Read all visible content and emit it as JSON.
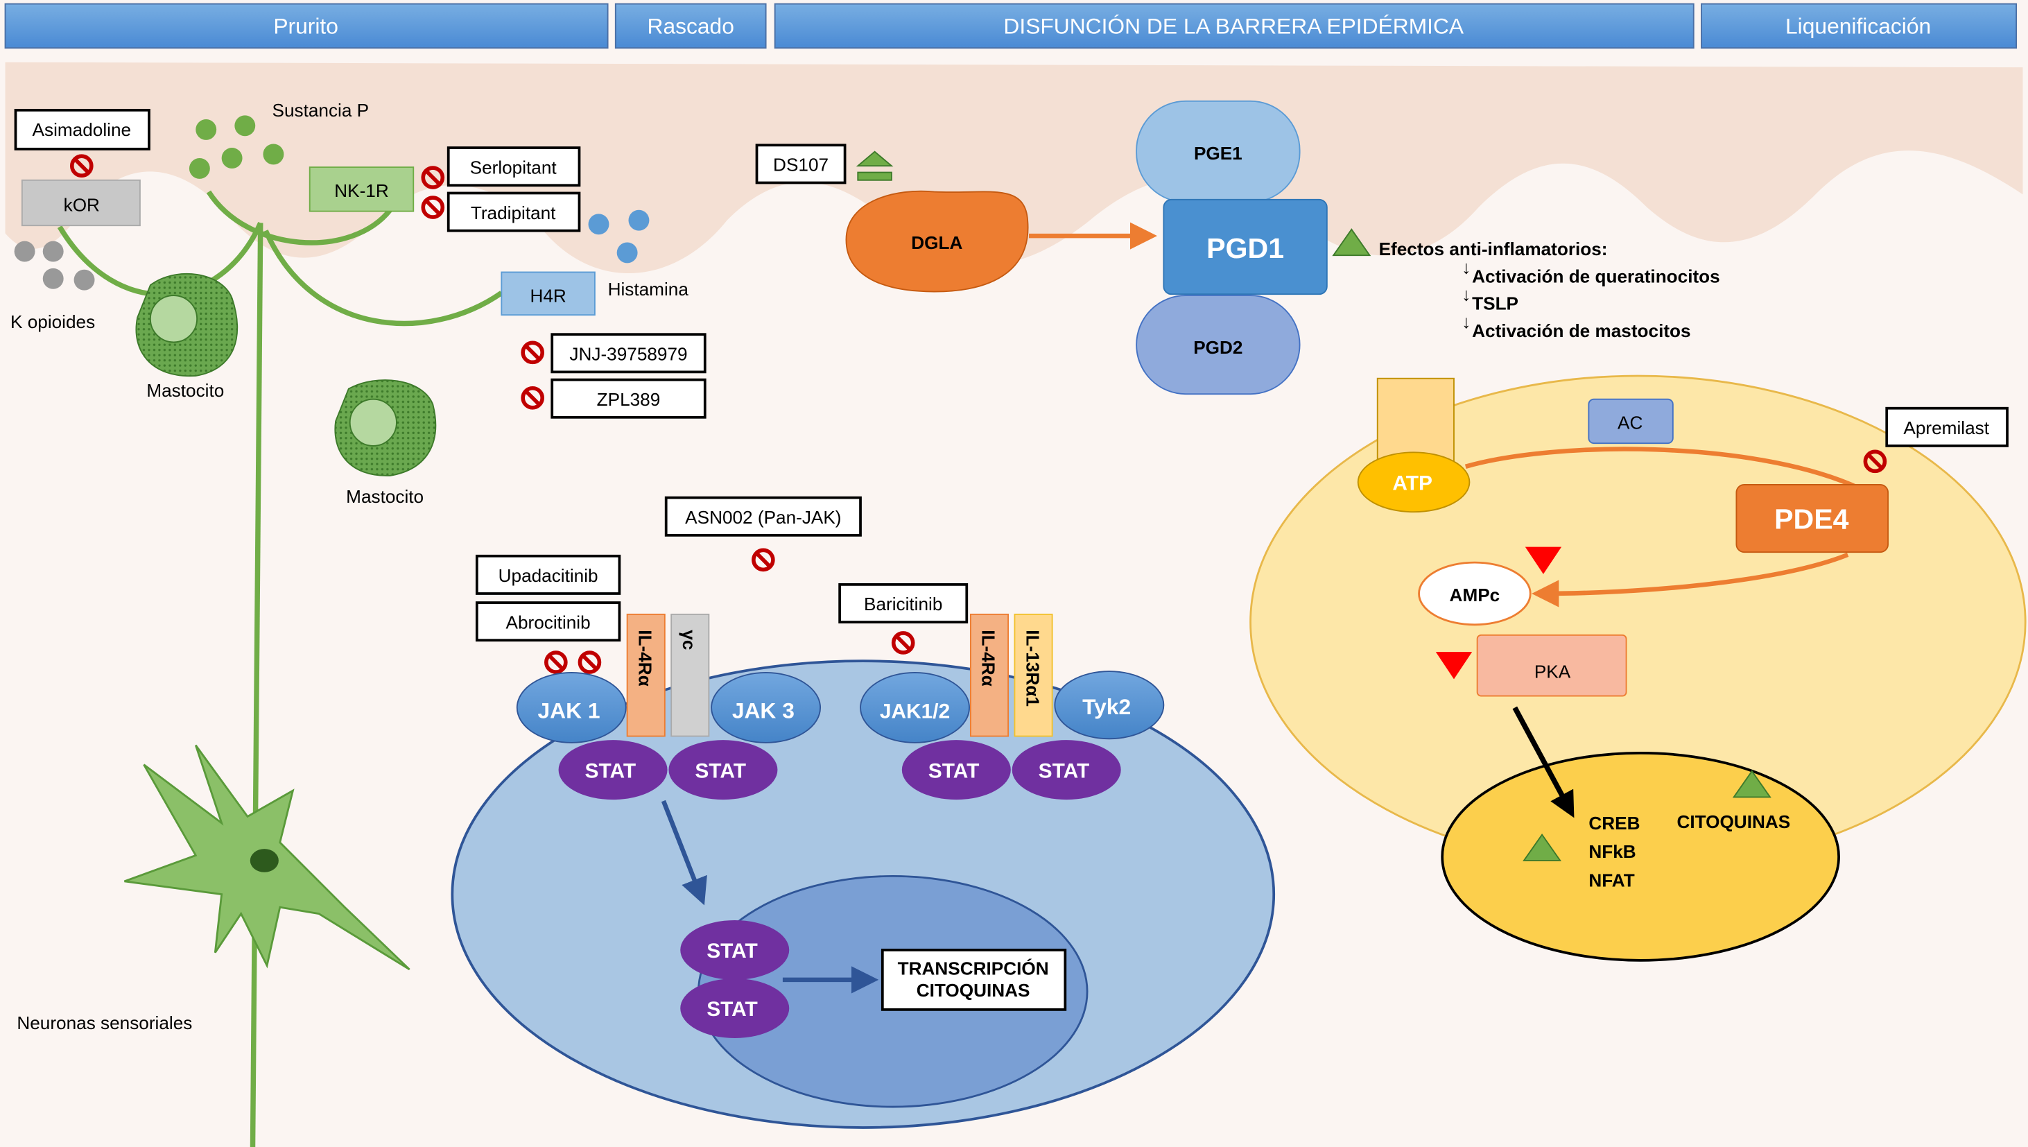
{
  "header": {
    "prurito": "Prurito",
    "rascado": "Rascado",
    "disfuncion": "DISFUNCIÓN DE LA BARRERA EPIDÉRMICA",
    "liquenificacion": "Liquenificación"
  },
  "pruritus_panel": {
    "asimadoline": "Asimadoline",
    "kor": "kOR",
    "sustancia_p": "Sustancia P",
    "nk1r": "NK-1R",
    "serlopitant": "Serlopitant",
    "tradipitant": "Tradipitant",
    "h4r": "H4R",
    "histamina": "Histamina",
    "k_opioides": "K opioides",
    "mastocito_1": "Mastocito",
    "mastocito_2": "Mastocito",
    "jnj": "JNJ-39758979",
    "zpl": "ZPL389",
    "neuronas": "Neuronas sensoriales"
  },
  "jak_panel": {
    "asn002": "ASN002 (Pan-JAK)",
    "upadacitinib": "Upadacitinib",
    "abrocitinib": "Abrocitinib",
    "baricitinib": "Baricitinib",
    "il4ra_1": "IL-4Rα",
    "yc": "γc",
    "il4ra_2": "IL-4Rα",
    "il13ra1": "IL-13Rα1",
    "jak1": "JAK 1",
    "jak3": "JAK 3",
    "jak12": "JAK1/2",
    "tyk2": "Tyk2",
    "stat": "STAT",
    "transcripcion": "TRANSCRIPCIÓN",
    "citoquinas": "CITOQUINAS"
  },
  "dgla_panel": {
    "ds107": "DS107",
    "dgla": "DGLA",
    "pge1": "PGE1",
    "pgd1": "PGD1",
    "pgd2": "PGD2",
    "efectos_title": "Efectos anti-inflamatorios:",
    "efectos": [
      "Activación de queratinocitos",
      "TSLP",
      "Activación de mastocitos"
    ],
    "down_marker": "↓"
  },
  "pde4_panel": {
    "apremilast": "Apremilast",
    "ac": "AC",
    "atp": "ATP",
    "pde4": "PDE4",
    "ampc": "AMPc",
    "pka": "PKA",
    "creb": "CREB",
    "nfkb": "NFkB",
    "nfat": "NFAT",
    "citoquinas": "CITOQUINAS"
  },
  "colors": {
    "header_blue": "#4a8ad4",
    "skin": "#f4e0d4",
    "neuron_green": "#70ad47",
    "inhibitor_red": "#c00000",
    "stat_purple": "#7030a0",
    "jak_blue": "#5b9bd5",
    "increase_green": "#70ad47",
    "decrease_red": "#ff0000"
  }
}
